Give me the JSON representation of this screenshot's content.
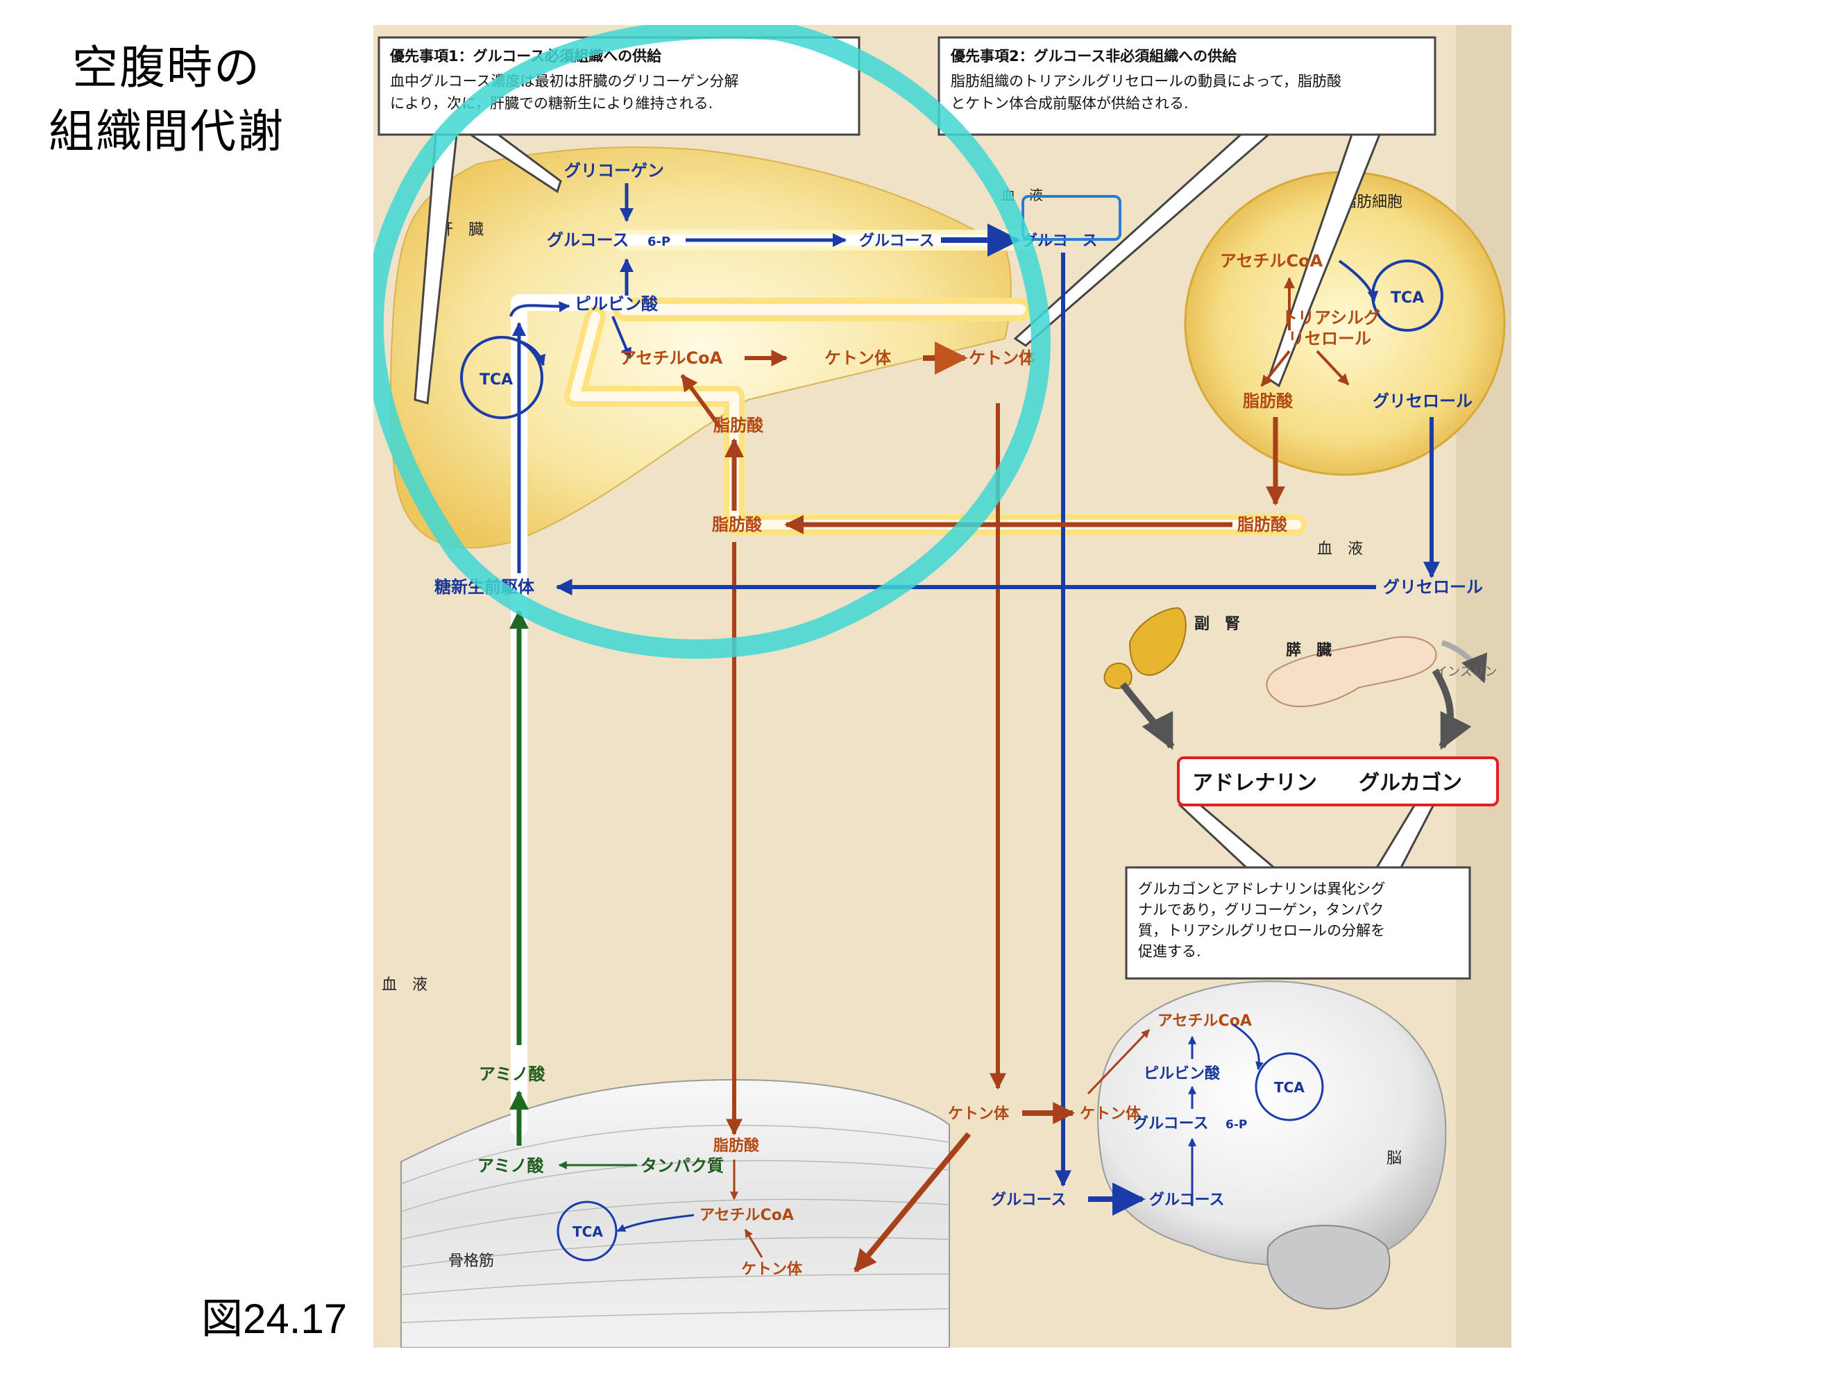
{
  "title": {
    "line1": "空腹時の",
    "line2": "組織間代謝"
  },
  "figure_number": "図24.17",
  "colors": {
    "glucose_path": "#1a3ba8",
    "fat_path": "#a8401a",
    "protein_path": "#1f6a21",
    "highlight_circle": "#3fd7d4",
    "emphasis_box": "#e02020",
    "blue_box": "#2a7ad8"
  },
  "callouts": {
    "priority1": {
      "heading": "優先事項1：グルコース必須組織への供給",
      "line1": "血中グルコース濃度は最初は肝臓のグリコーゲン分解",
      "line2": "により，次に，肝臓での糖新生により維持される."
    },
    "priority2": {
      "heading": "優先事項2：グルコース非必須組織への供給",
      "line1": "脂肪組織のトリアシルグリセロールの動員によって，脂肪酸",
      "line2": "とケトン体合成前駆体が供給される."
    },
    "hormones": {
      "line1": "グルカゴンとアドレナリンは異化シグ",
      "line2": "ナルであり，グリコーゲン，タンパク",
      "line3": "質，トリアシルグリセロールの分解を",
      "line4": "促進する."
    }
  },
  "regions": {
    "liver": "肝　臓",
    "blood_top": "血　液",
    "blood_mid": "血　液",
    "blood_left": "血　液",
    "adipocyte": "脂肪細胞",
    "muscle": "骨格筋",
    "brain": "脳",
    "adrenal": "副　腎",
    "pancreas": "膵　臓"
  },
  "liver": {
    "glycogen": "グリコーゲン",
    "g6p": "グルコース",
    "g6p_suffix": "6-P",
    "glucose": "グルコース",
    "pyruvate": "ピルビン酸",
    "tca": "TCA",
    "acetyl_coa": "アセチルCoA",
    "ketone": "ケトン体",
    "fatty_acid": "脂肪酸"
  },
  "blood": {
    "glucose": "グルコース",
    "ketone": "ケトン体",
    "fatty_acid": "脂肪酸",
    "gluconeogenic_precursor": "糖新生前駆体",
    "glycerol": "グリセロール"
  },
  "adipocyte": {
    "acetyl_coa": "アセチルCoA",
    "tca": "TCA",
    "tag_line1": "トリアシルグ",
    "tag_line2": "リセロール",
    "fatty_acid": "脂肪酸",
    "glycerol": "グリセロール"
  },
  "hormones": {
    "insulin": "インスリン",
    "adrenaline": "アドレナリン",
    "glucagon": "グルカゴン"
  },
  "muscle": {
    "amino_acid_up": "アミノ酸",
    "amino_acid": "アミノ酸",
    "protein": "タンパク質",
    "fatty_acid": "脂肪酸",
    "acetyl_coa": "アセチルCoA",
    "tca": "TCA",
    "ketone": "ケトン体"
  },
  "brain": {
    "ketone_in": "ケトン体",
    "ketone": "ケトン体",
    "acetyl_coa": "アセチルCoA",
    "pyruvate": "ピルビン酸",
    "g6p": "グルコース",
    "g6p_suffix": "6-P",
    "tca": "TCA",
    "glucose_in": "グルコース",
    "glucose": "グルコース"
  }
}
